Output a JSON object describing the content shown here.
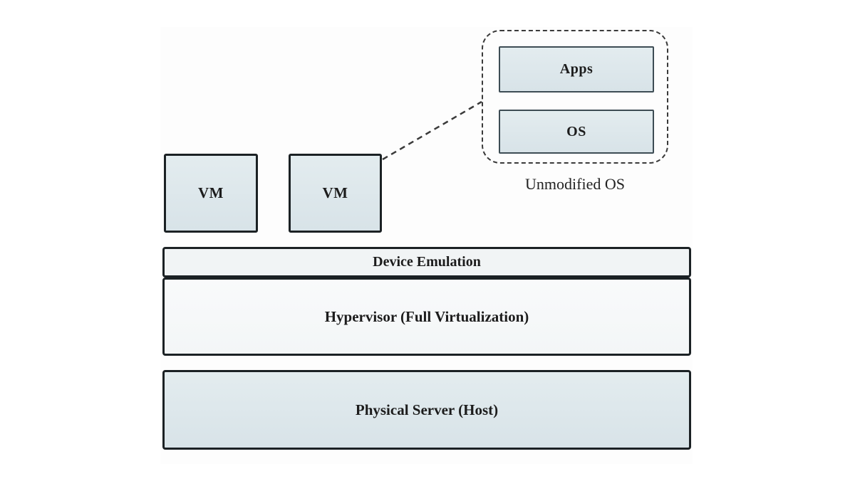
{
  "colors": {
    "box_fill_top": "#e3ecef",
    "box_fill_bot": "#d8e3e8",
    "bar_light": "#f1f4f5",
    "hyp_fill": "#f7f9fa",
    "border_dark": "#1b2124",
    "inset_border": "#3d4c54",
    "dash_color": "#3a3a3a",
    "text_color": "#1c1c1c"
  },
  "vms": [
    {
      "label": "VM"
    },
    {
      "label": "VM"
    }
  ],
  "inset": {
    "apps_label": "Apps",
    "os_label": "OS",
    "caption": "Unmodified OS"
  },
  "layers": {
    "device_emulation": "Device Emulation",
    "hypervisor": "Hypervisor (Full Virtualization)",
    "physical_server": "Physical Server (Host)"
  }
}
